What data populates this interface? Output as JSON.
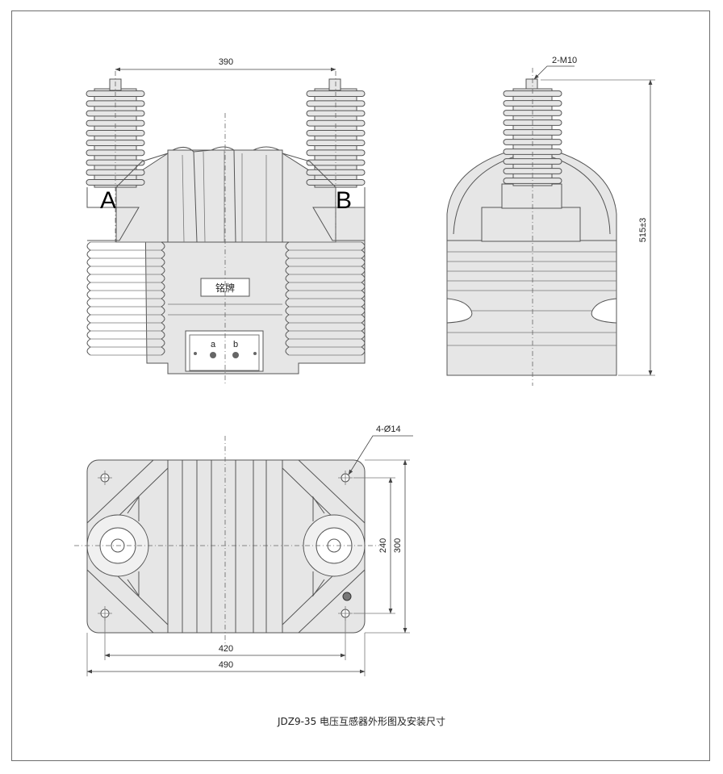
{
  "labels": {
    "phase_a": "A",
    "phase_b": "B",
    "terminal_a": "a",
    "terminal_b": "b",
    "nameplate": "铭牌"
  },
  "dimensions": {
    "top_spacing": "390",
    "bolt": "2-M10",
    "height": "515±3",
    "holes": "4-Ø14",
    "inner_depth": "240",
    "outer_depth": "300",
    "inner_width": "420",
    "outer_width": "490"
  },
  "caption": "JDZ9-35 电压互感器外形图及安装尺寸",
  "colors": {
    "body": "#e6e6e6",
    "line": "#555555",
    "frame": "#6e6e6e"
  }
}
